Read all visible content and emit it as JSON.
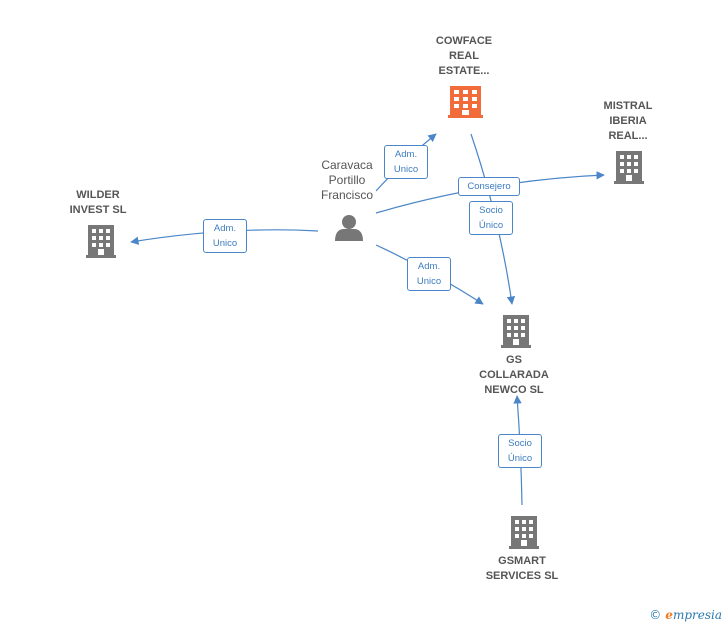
{
  "nodes": {
    "cowface": {
      "label": "COWFACE\nREAL\nESTATE...",
      "color": "#f26b3a"
    },
    "mistral": {
      "label": "MISTRAL\nIBERIA\nREAL...",
      "color": "#777777"
    },
    "wilder": {
      "label": "WILDER\nINVEST  SL",
      "color": "#777777"
    },
    "person": {
      "label": "Caravaca\nPortillo\nFrancisco",
      "color": "#777777"
    },
    "gs_collarada": {
      "label": "GS\nCOLLARADA\nNEWCO  SL",
      "color": "#777777"
    },
    "gsmart": {
      "label": "GSMART\nSERVICES  SL",
      "color": "#777777"
    }
  },
  "edges": {
    "adm_cowface": "Adm.\nUnico",
    "consejero_mistral": "Consejero",
    "adm_wilder": "Adm.\nUnico",
    "adm_gs": "Adm.\nUnico",
    "socio_cowface_gs": "Socio\nÚnico",
    "socio_gsmart_gs": "Socio\nÚnico"
  },
  "colors": {
    "edge": "#4a86c8",
    "building": "#777777",
    "focus": "#f26b3a"
  },
  "brand": {
    "copyright": "©",
    "name_initial": "e",
    "name_rest": "mpresia"
  }
}
